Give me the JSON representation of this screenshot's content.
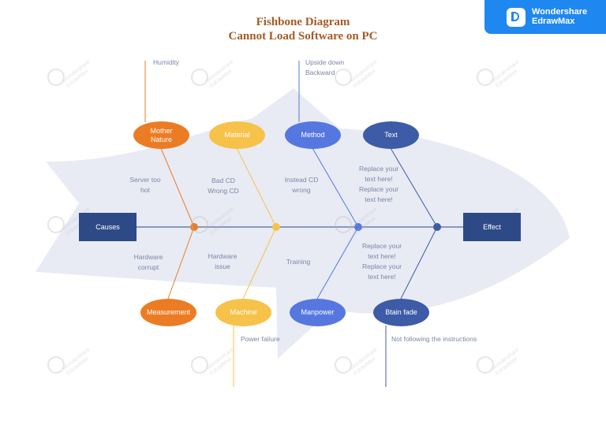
{
  "title": {
    "line1": "Fishbone Diagram",
    "line2": "Cannot Load Software on PC"
  },
  "badge": {
    "line1": "Wondershare",
    "line2": "EdrawMax"
  },
  "watermark": {
    "line1": "Wondershare",
    "line2": "EdrawMax"
  },
  "colors": {
    "fish_body": "#e8ebf4",
    "spine": "#2d4a87",
    "orange": "#ec7c23",
    "yellow": "#f7c24a",
    "blue": "#5677e0",
    "navy": "#3d5ba6",
    "label": "#7a86a6",
    "title": "#a65a24",
    "badge": "#1e88f0"
  },
  "head_box": {
    "label": "Effect"
  },
  "tail_box": {
    "label": "Causes"
  },
  "categories_top": [
    {
      "label": "Mother\nNature",
      "color": "orange"
    },
    {
      "label": "Material",
      "color": "yellow"
    },
    {
      "label": "Method",
      "color": "blue"
    },
    {
      "label": "Text",
      "color": "navy"
    }
  ],
  "categories_bottom": [
    {
      "label": "Measurement",
      "color": "orange"
    },
    {
      "label": "Machine",
      "color": "yellow"
    },
    {
      "label": "Manpower",
      "color": "blue"
    },
    {
      "label": "Btain fade",
      "color": "navy"
    }
  ],
  "causes": {
    "humidity": "Humidity",
    "upside_down": "Upside down\nBackward",
    "server_too_hot": "Server too\nhot",
    "bad_cd": "Bad CD\nWrong CD",
    "instead_cd": "Instead CD\nwrong",
    "replace_top": "Replace your\ntext here!\nReplace your\ntext here!",
    "hardware_corrupt": "Hardware\ncorrupt",
    "hardware_issue": "Hardware\nissue",
    "training": "Training",
    "replace_bottom": "Replace your\ntext here!\nReplace your\ntext here!",
    "power_failure": "Power failure",
    "not_following": "Not following the instructions"
  }
}
